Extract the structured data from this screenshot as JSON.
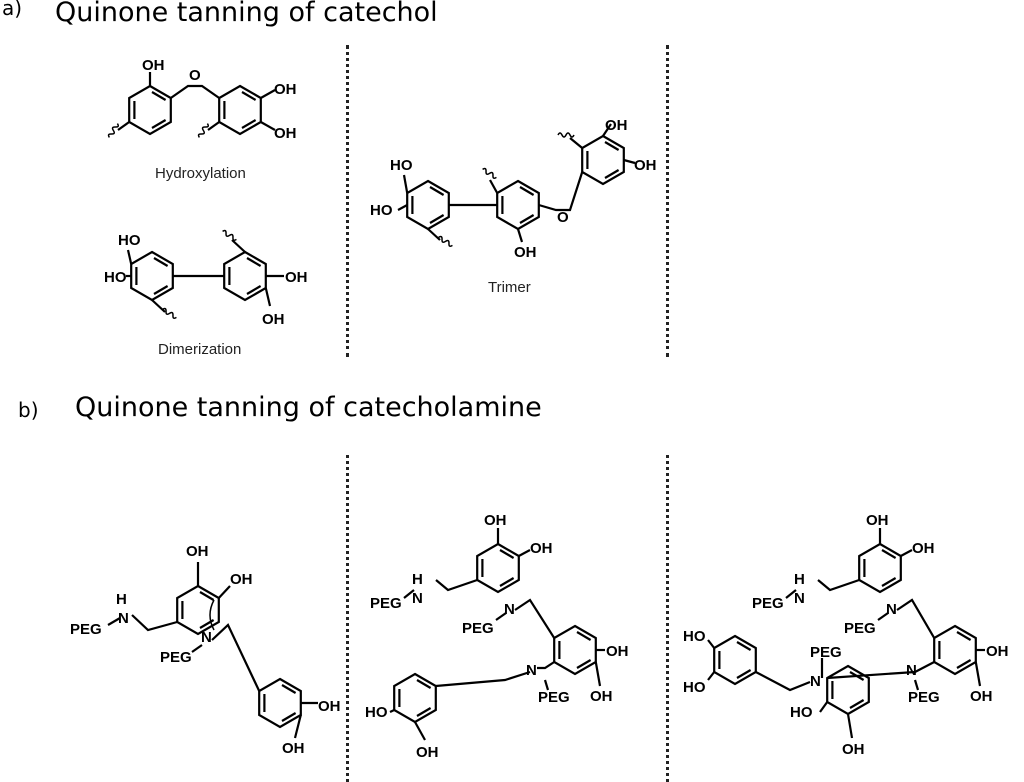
{
  "panel_a": {
    "label": "a)",
    "title": "Quinone tanning of catechol",
    "captions": {
      "hydroxylation": "Hydroxylation",
      "dimerization": "Dimerization",
      "trimer": "Trimer"
    },
    "hyd": [
      "OH",
      "O",
      "OH",
      "OH"
    ],
    "dim": [
      "HO",
      "HO",
      "OH",
      "OH"
    ],
    "tri": [
      "HO",
      "HO",
      "OH",
      "O",
      "OH",
      "OH"
    ]
  },
  "panel_b": {
    "label": "b)",
    "title": "Quinone tanning of catecholamine",
    "m1": [
      "OH",
      "OH",
      "H",
      "N",
      "PEG",
      "N",
      "PEG",
      "OH",
      "OH"
    ],
    "m2": [
      "OH",
      "OH",
      "H",
      "N",
      "PEG",
      "N",
      "PEG",
      "N",
      "PEG",
      "OH",
      "OH",
      "HO",
      "OH"
    ],
    "m3": [
      "OH",
      "OH",
      "H",
      "N",
      "PEG",
      "N",
      "PEG",
      "HO",
      "HO",
      "PEG",
      "N",
      "N",
      "PEG",
      "OH",
      "OH",
      "HO",
      "OH"
    ]
  }
}
